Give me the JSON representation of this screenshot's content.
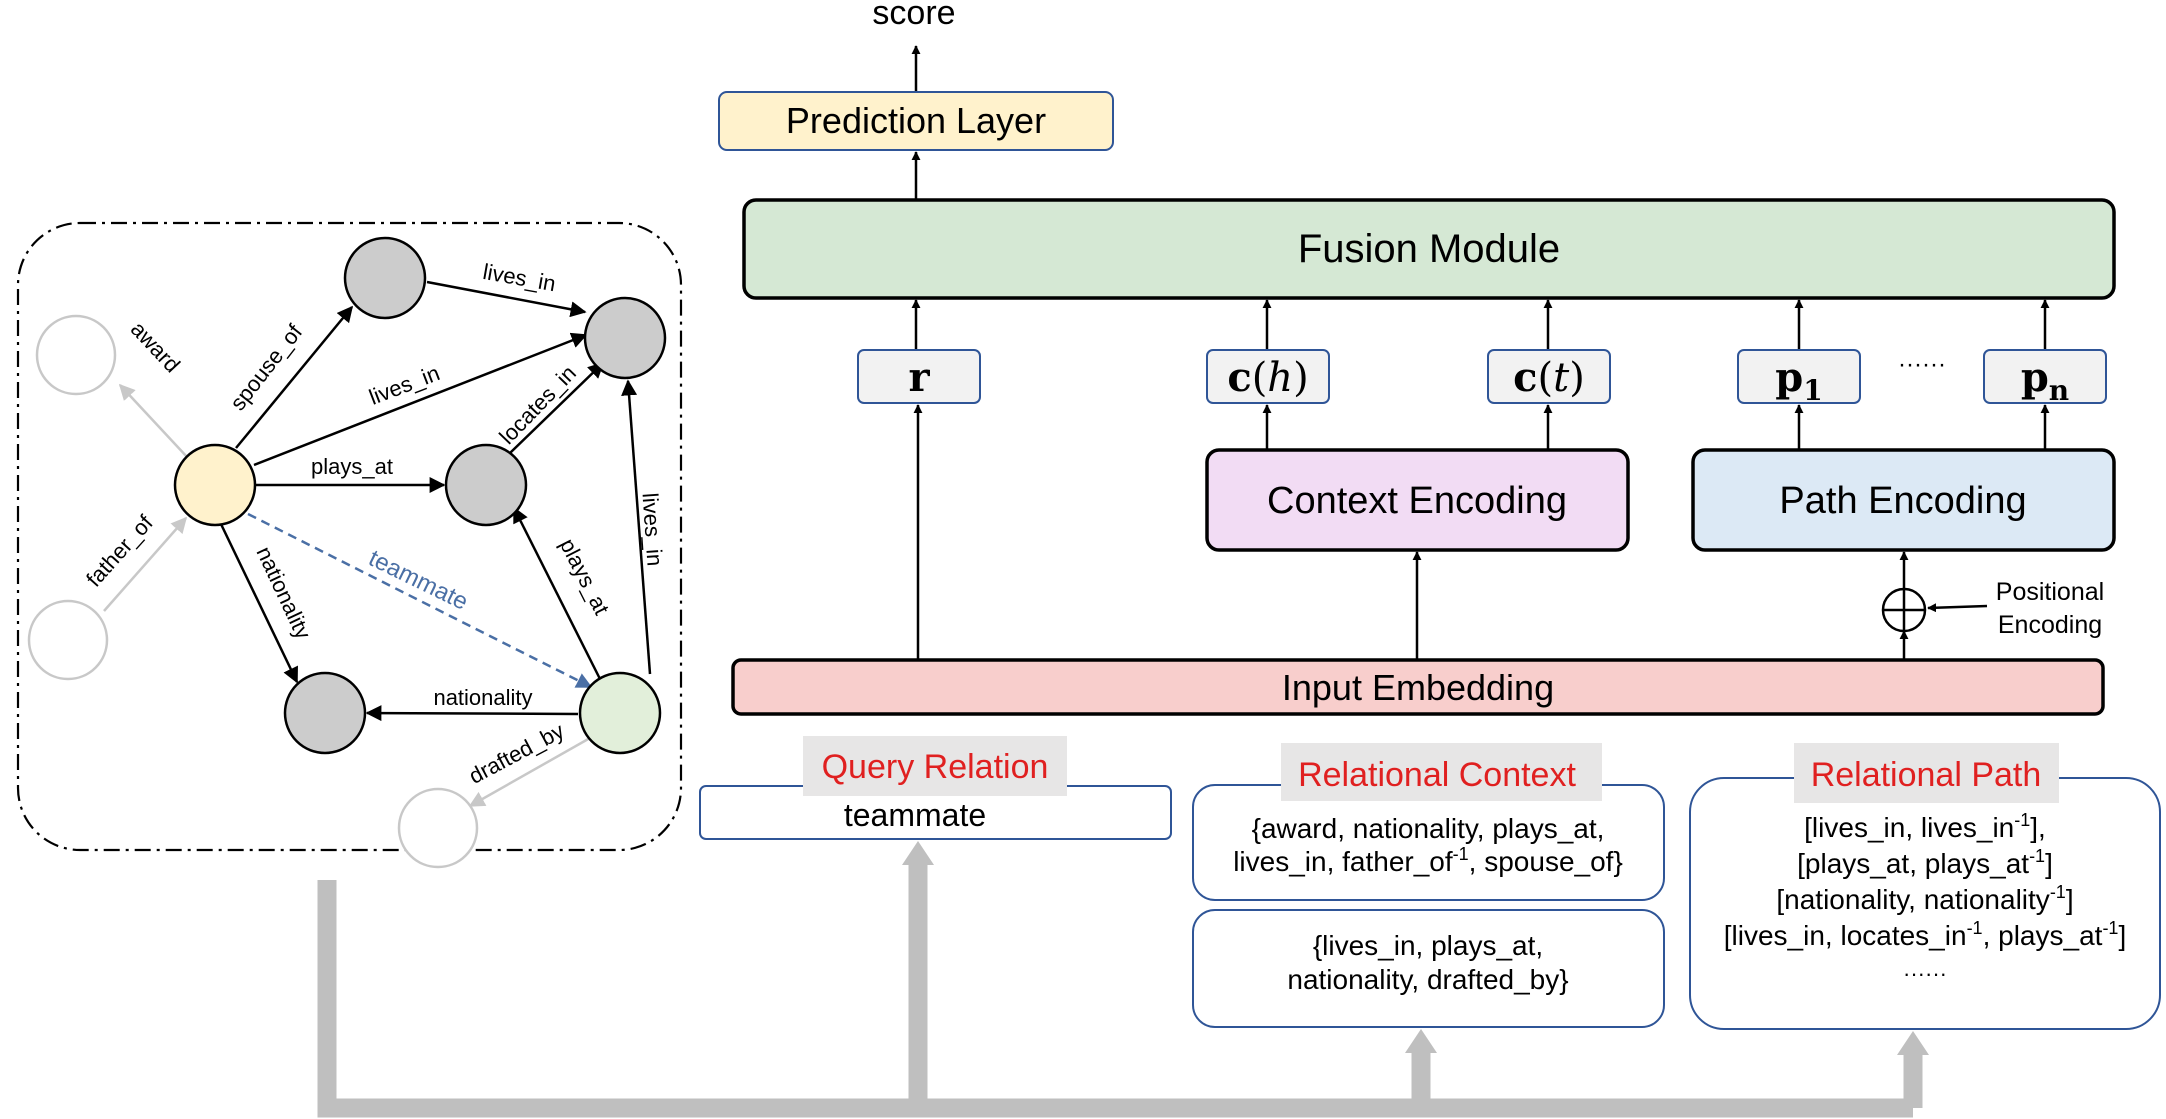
{
  "title": "score",
  "prediction_layer": "Prediction Layer",
  "fusion_module": "Fusion Module",
  "context_encoding": "Context Encoding",
  "path_encoding": "Path Encoding",
  "input_embedding": "Input Embedding",
  "positional_encoding": [
    "Positional",
    "Encoding"
  ],
  "vectors": {
    "r": "r",
    "c_h": {
      "bold": "c",
      "arg": "h"
    },
    "c_t": {
      "bold": "c",
      "arg": "t"
    },
    "p_1": {
      "bold": "p",
      "sub": "1"
    },
    "ellipsis": "······",
    "p_n": {
      "bold": "p",
      "sub": "n"
    }
  },
  "inputs": {
    "query_relation": {
      "title": "Query Relation",
      "value": "teammate"
    },
    "relational_context": {
      "title": "Relational Context",
      "head_box": {
        "line1": "{award, nationality, plays_at,",
        "line2_a": "lives_in, father_of",
        "line2_sup": "-1",
        "line2_b": ", spouse_of}"
      },
      "tail_box": {
        "line1": "{lives_in, plays_at,",
        "line2": "nationality, drafted_by}"
      }
    },
    "relational_path": {
      "title": "Relational Path",
      "lines": [
        {
          "parts": [
            {
              "t": "[lives_in, lives_in"
            },
            {
              "t": "-1",
              "sup": true
            },
            {
              "t": "],"
            }
          ]
        },
        {
          "parts": [
            {
              "t": "[plays_at, plays_at"
            },
            {
              "t": "-1",
              "sup": true
            },
            {
              "t": "]"
            }
          ]
        },
        {
          "parts": [
            {
              "t": "[nationality, nationality"
            },
            {
              "t": "-1",
              "sup": true
            },
            {
              "t": "]"
            }
          ]
        },
        {
          "parts": [
            {
              "t": "[lives_in, locates_in"
            },
            {
              "t": "-1",
              "sup": true
            },
            {
              "t": ", plays_at"
            },
            {
              "t": "-1",
              "sup": true
            },
            {
              "t": "]"
            }
          ]
        },
        {
          "parts": [
            {
              "t": "······"
            }
          ]
        }
      ]
    }
  },
  "graph": {
    "edge_labels": {
      "award": "award",
      "spouse_of": "spouse_of",
      "lives_in_top": "lives_in",
      "lives_in_mid": "lives_in",
      "plays_at_h": "plays_at",
      "locates_in": "locates_in",
      "father_of": "father_of",
      "nationality_diag": "nationality",
      "teammate": "teammate",
      "plays_at_diag": "plays_at",
      "lives_in_vert": "lives_in",
      "nationality_h": "nationality",
      "drafted_by": "drafted_by"
    }
  },
  "colors": {
    "prediction_fill": "#FFF2CC",
    "fusion_fill": "#D5E8D4",
    "context_fill": "#F2DCF4",
    "path_fill": "#DCE9F5",
    "input_fill": "#F8CECC",
    "vector_fill": "#F2F2F2",
    "box_border": "#2F5597",
    "title_red": "#E02020",
    "title_bg": "#E7E6E6",
    "head_node": "#FFF2CC",
    "tail_node": "#E2EFDA",
    "grey_node": "#CCCCCC",
    "faded": "#C8C8C8",
    "teammate_blue": "#4A6FA5",
    "connector_grey": "#BFBFBF"
  }
}
